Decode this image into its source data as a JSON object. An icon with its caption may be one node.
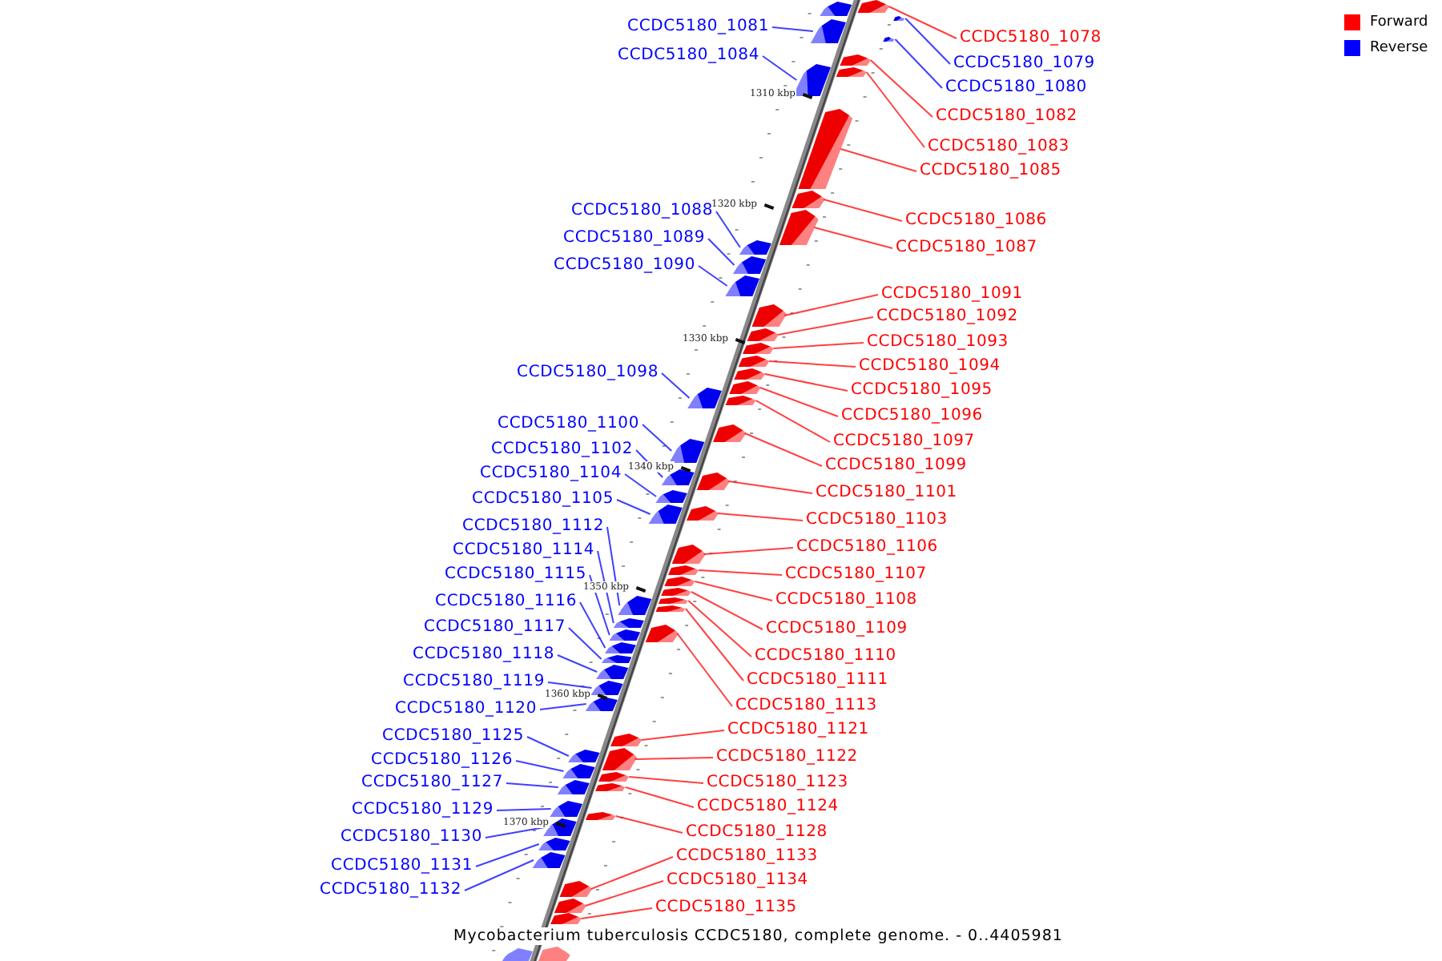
{
  "diagram": {
    "caption": "Mycobacterium tuberculosis CCDC5180, complete genome. - 0..4405981",
    "nodes": [
      {
        "text": [
          "CCDC5180_1081"
        ]
      },
      {
        "text": [
          "CCDC5180_1078"
        ]
      },
      {
        "text": [
          "CCDC5180_1084"
        ]
      },
      {
        "text": [
          "CCDC5180_1079"
        ]
      },
      {
        "text": [
          "CCDC5180_1080"
        ]
      },
      {
        "text": [
          "CCDC5180_1082"
        ]
      },
      {
        "text": [
          "CCDC5180_1083"
        ]
      },
      {
        "text": [
          "CCDC5180_1085"
        ]
      },
      {
        "text": [
          "CCDC5180_1088"
        ]
      },
      {
        "text": [
          "CCDC5180_1086"
        ]
      },
      {
        "text": [
          "CCDC5180_1089"
        ]
      },
      {
        "text": [
          "CCDC5180_1087"
        ]
      },
      {
        "text": [
          "CCDC5180_1090"
        ]
      },
      {
        "text": [
          "CCDC5180_1091"
        ]
      },
      {
        "text": [
          "CCDC5180_1092"
        ]
      },
      {
        "text": [
          "CCDC5180_1093"
        ]
      },
      {
        "text": [
          "CCDC5180_1094"
        ]
      },
      {
        "text": [
          "CCDC5180_1098"
        ]
      },
      {
        "text": [
          "CCDC5180_1095"
        ]
      },
      {
        "text": [
          "CCDC5180_1096"
        ]
      },
      {
        "text": [
          "CCDC5180_1100"
        ]
      },
      {
        "text": [
          "CCDC5180_1097"
        ]
      },
      {
        "text": [
          "CCDC5180_1102"
        ]
      },
      {
        "text": [
          "CCDC5180_1099"
        ]
      },
      {
        "text": [
          "CCDC5180_1104"
        ]
      },
      {
        "text": [
          "CCDC5180_1101"
        ]
      },
      {
        "text": [
          "CCDC5180_1105"
        ]
      },
      {
        "text": [
          "CCDC5180_1103"
        ]
      },
      {
        "text": [
          "CCDC5180_1112"
        ]
      },
      {
        "text": [
          "CCDC5180_1106"
        ]
      },
      {
        "text": [
          "CCDC5180_1114"
        ]
      },
      {
        "text": [
          "CCDC5180_1115"
        ]
      },
      {
        "text": [
          "CCDC5180_1107"
        ]
      },
      {
        "text": [
          "CCDC5180_1108"
        ]
      },
      {
        "text": [
          "CCDC5180_1116"
        ]
      },
      {
        "text": [
          "CCDC5180_1117"
        ]
      },
      {
        "text": [
          "CCDC5180_1109"
        ]
      },
      {
        "text": [
          "CCDC5180_1118"
        ]
      },
      {
        "text": [
          "CCDC5180_1110"
        ]
      },
      {
        "text": [
          "CCDC5180_1111"
        ]
      },
      {
        "text": [
          "CCDC5180_1119"
        ]
      },
      {
        "text": [
          "CCDC5180_1113"
        ]
      },
      {
        "text": [
          "CCDC5180_1120"
        ]
      },
      {
        "text": [
          "CCDC5180_1121"
        ]
      },
      {
        "text": [
          "CCDC5180_1125"
        ]
      },
      {
        "text": [
          "CCDC5180_1122"
        ]
      },
      {
        "text": [
          "CCDC5180_1126"
        ]
      },
      {
        "text": [
          "CCDC5180_1127"
        ]
      },
      {
        "text": [
          "CCDC5180_1123"
        ]
      },
      {
        "text": [
          "CCDC5180_1124"
        ]
      },
      {
        "text": [
          "CCDC5180_1129"
        ]
      },
      {
        "text": [
          "CCDC5180_1128"
        ]
      },
      {
        "text": [
          "CCDC5180_1130"
        ]
      },
      {
        "text": [
          "CCDC5180_1133"
        ]
      },
      {
        "text": [
          "CCDC5180_1131"
        ]
      },
      {
        "text": [
          "CCDC5180_1134"
        ]
      },
      {
        "text": [
          "CCDC5180_1132"
        ]
      },
      {
        "text": [
          "CCDC5180_1135"
        ]
      },
      {
        "text": [],
        "shape": "bar"
      },
      {
        "text": [],
        "shape": "bar"
      },
      {
        "text": [],
        "shape": "bar"
      },
      {
        "text": [],
        "shape": "bar"
      },
      {
        "text": [],
        "shape": "bar"
      },
      {
        "text": [],
        "shape": "bar"
      },
      {
        "text": [],
        "shape": "bar"
      },
      {
        "text": [],
        "shape": "bar"
      },
      {
        "text": [],
        "shape": "bar"
      },
      {
        "text": [],
        "shape": "bar"
      },
      {
        "text": [],
        "shape": "bar"
      },
      {
        "text": [],
        "shape": "bar"
      },
      {
        "text": [],
        "shape": "bar"
      },
      {
        "text": [],
        "shape": "bar"
      },
      {
        "text": [],
        "shape": "bar"
      },
      {
        "text": [],
        "shape": "bar"
      },
      {
        "text": [],
        "shape": "bar"
      },
      {
        "text": [],
        "shape": "bar"
      },
      {
        "text": [],
        "shape": "bar"
      },
      {
        "text": [],
        "shape": "bar"
      },
      {
        "text": [],
        "shape": "bar"
      },
      {
        "text": [],
        "shape": "bar"
      },
      {
        "text": [],
        "shape": "bar"
      },
      {
        "text": [],
        "shape": "bar"
      },
      {
        "text": [],
        "shape": "bar"
      },
      {
        "text": [],
        "shape": "bar"
      },
      {
        "text": [],
        "shape": "bar"
      },
      {
        "text": [],
        "shape": "bar"
      },
      {
        "text": [],
        "shape": "bar"
      },
      {
        "text": [],
        "shape": "bar"
      },
      {
        "text": [],
        "shape": "bar"
      },
      {
        "text": [],
        "shape": "bar"
      },
      {
        "text": [],
        "shape": "bar"
      },
      {
        "text": [],
        "shape": "bar"
      },
      {
        "text": [],
        "shape": "bar"
      },
      {
        "text": [],
        "shape": "bar"
      },
      {
        "text": [],
        "shape": "bar"
      },
      {
        "text": [],
        "shape": "bar"
      },
      {
        "text": [],
        "shape": "bar"
      },
      {
        "text": [],
        "shape": "bar"
      },
      {
        "text": [],
        "shape": "bar"
      },
      {
        "text": [],
        "shape": "bar"
      },
      {
        "text": [],
        "shape": "bar"
      },
      {
        "text": [],
        "shape": "bar"
      },
      {
        "text": [],
        "shape": "bar"
      },
      {
        "text": [],
        "shape": "bar"
      },
      {
        "text": [],
        "shape": "bar"
      },
      {
        "text": [],
        "shape": "bar"
      },
      {
        "text": [],
        "shape": "bar"
      },
      {
        "text": [],
        "shape": "bar"
      },
      {
        "text": [],
        "shape": "bar"
      },
      {
        "text": [],
        "shape": "bar"
      },
      {
        "text": [],
        "shape": "bar"
      },
      {
        "text": [],
        "shape": "bar"
      },
      {
        "text": [],
        "shape": "bar"
      },
      {
        "text": [],
        "shape": "bar"
      },
      {
        "text": [],
        "shape": "bar"
      },
      {
        "text": [],
        "shape": "bar"
      },
      {
        "text": [],
        "shape": "bar"
      },
      {
        "text": [],
        "shape": "bar"
      },
      {
        "text": [],
        "shape": "bar"
      }
    ],
    "edges": [
      {
        "from": 0,
        "to": 58,
        "arrow": "none",
        "color": "#0000ff"
      },
      {
        "from": 1,
        "to": 59,
        "arrow": "none"
      },
      {
        "from": 2,
        "to": 60,
        "arrow": "none",
        "color": "#0000ff"
      },
      {
        "from": 3,
        "to": 61,
        "arrow": "none",
        "color": "#0000ff"
      },
      {
        "from": 4,
        "to": 62,
        "arrow": "none",
        "color": "#0000ff"
      },
      {
        "from": 5,
        "to": 63,
        "arrow": "none"
      },
      {
        "from": 6,
        "to": 64,
        "arrow": "none"
      },
      {
        "from": 7,
        "to": 65,
        "arrow": "none"
      },
      {
        "from": 8,
        "to": 66,
        "arrow": "none",
        "color": "#0000ff"
      },
      {
        "from": 9,
        "to": 67,
        "arrow": "none"
      },
      {
        "from": 10,
        "to": 68,
        "arrow": "none",
        "color": "#0000ff"
      },
      {
        "from": 11,
        "to": 69,
        "arrow": "none"
      },
      {
        "from": 12,
        "to": 70,
        "arrow": "none",
        "color": "#0000ff"
      },
      {
        "from": 13,
        "to": 71,
        "arrow": "none"
      },
      {
        "from": 14,
        "to": 72,
        "arrow": "none"
      },
      {
        "from": 15,
        "to": 73,
        "arrow": "none"
      },
      {
        "from": 16,
        "to": 74,
        "arrow": "none"
      },
      {
        "from": 17,
        "to": 75,
        "arrow": "none",
        "color": "#0000ff"
      },
      {
        "from": 18,
        "to": 76,
        "arrow": "none"
      },
      {
        "from": 19,
        "to": 77,
        "arrow": "none"
      },
      {
        "from": 20,
        "to": 78,
        "arrow": "none",
        "color": "#0000ff"
      },
      {
        "from": 21,
        "to": 79,
        "arrow": "none"
      },
      {
        "from": 22,
        "to": 80,
        "arrow": "none",
        "color": "#0000ff"
      },
      {
        "from": 23,
        "to": 81,
        "arrow": "none"
      },
      {
        "from": 24,
        "to": 82,
        "arrow": "none",
        "color": "#0000ff"
      },
      {
        "from": 25,
        "to": 83,
        "arrow": "none"
      },
      {
        "from": 26,
        "to": 84,
        "arrow": "none",
        "color": "#0000ff"
      },
      {
        "from": 27,
        "to": 85,
        "arrow": "none"
      },
      {
        "from": 28,
        "to": 86,
        "arrow": "none",
        "color": "#0000ff"
      },
      {
        "from": 29,
        "to": 87,
        "arrow": "none"
      },
      {
        "from": 30,
        "to": 88,
        "arrow": "none",
        "color": "#0000ff"
      },
      {
        "from": 31,
        "to": 89,
        "arrow": "none",
        "color": "#0000ff"
      },
      {
        "from": 32,
        "to": 90,
        "arrow": "none"
      },
      {
        "from": 33,
        "to": 91,
        "arrow": "none"
      },
      {
        "from": 34,
        "to": 92,
        "arrow": "none",
        "color": "#0000ff"
      },
      {
        "from": 35,
        "to": 93,
        "arrow": "none",
        "color": "#0000ff"
      },
      {
        "from": 36,
        "to": 94,
        "arrow": "none"
      },
      {
        "from": 37,
        "to": 95,
        "arrow": "none",
        "color": "#0000ff"
      },
      {
        "from": 38,
        "to": 96,
        "arrow": "none"
      },
      {
        "from": 39,
        "to": 97,
        "arrow": "none"
      },
      {
        "from": 40,
        "to": 98,
        "arrow": "none",
        "color": "#0000ff"
      },
      {
        "from": 41,
        "to": 99,
        "arrow": "none"
      },
      {
        "from": 42,
        "to": 100,
        "arrow": "none",
        "color": "#0000ff"
      },
      {
        "from": 43,
        "to": 101,
        "arrow": "none"
      },
      {
        "from": 44,
        "to": 102,
        "arrow": "none",
        "color": "#0000ff"
      },
      {
        "from": 45,
        "to": 103,
        "arrow": "none"
      },
      {
        "from": 46,
        "to": 104,
        "arrow": "none",
        "color": "#0000ff"
      },
      {
        "from": 47,
        "to": 105,
        "arrow": "none",
        "color": "#0000ff"
      },
      {
        "from": 48,
        "to": 106,
        "arrow": "none"
      },
      {
        "from": 49,
        "to": 107,
        "arrow": "none"
      },
      {
        "from": 50,
        "to": 108,
        "arrow": "none",
        "color": "#0000ff"
      },
      {
        "from": 51,
        "to": 109,
        "arrow": "none"
      },
      {
        "from": 52,
        "to": 110,
        "arrow": "none",
        "color": "#0000ff"
      },
      {
        "from": 53,
        "to": 111,
        "arrow": "none"
      },
      {
        "from": 54,
        "to": 112,
        "arrow": "none",
        "color": "#0000ff"
      },
      {
        "from": 55,
        "to": 113,
        "arrow": "none"
      },
      {
        "from": 56,
        "to": 114,
        "arrow": "none",
        "color": "#0000ff"
      },
      {
        "from": 57,
        "to": 115,
        "arrow": "none"
      }
    ],
    "labels": [
      "1310 kbp",
      "1320 kbp",
      "1330 kbp",
      "1340 kbp",
      "1350 kbp",
      "1360 kbp",
      "1370 kbp"
    ],
    "legend": [
      {
        "text": "Forward",
        "color": "#ff0000"
      },
      {
        "text": "Reverse",
        "color": "#0000ff"
      }
    ]
  }
}
